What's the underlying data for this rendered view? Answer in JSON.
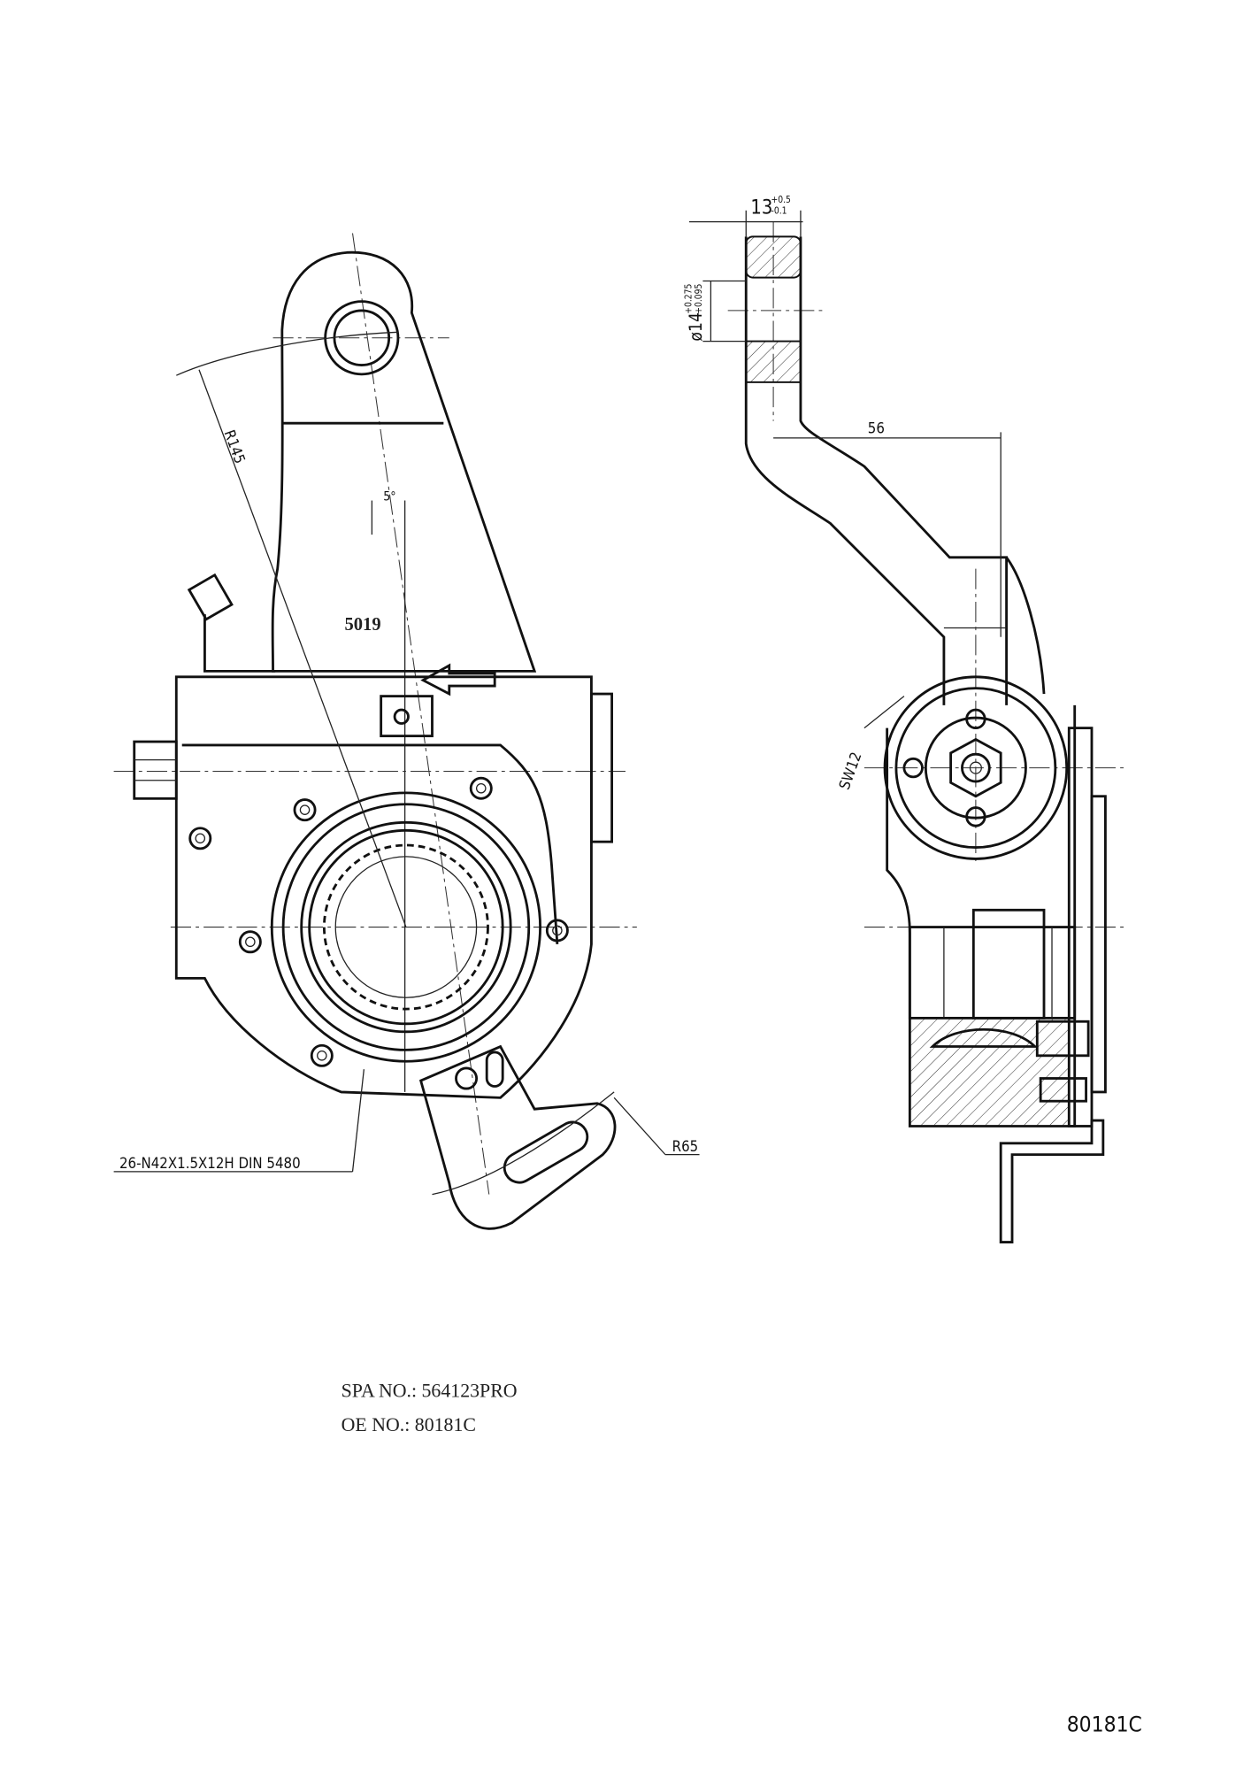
{
  "drawing": {
    "dimensions": {
      "thickness": "13",
      "thickness_tol_upper": "+0.5",
      "thickness_tol_lower": "-0.1",
      "bore": "ø14",
      "bore_tol_upper": "+0.275",
      "bore_tol_lower": "+0.095",
      "offset": "56",
      "arm_radius": "R145",
      "angle": "5°",
      "wrench_size": "SW12",
      "spline_spec": "26-N42X1.5X12H DIN 5480",
      "lever_radius": "R65"
    },
    "part_marking": "5019",
    "spa_no": "SPA NO.: 564123PRO",
    "oe_no": "OE NO.: 80181C",
    "sheet_id": "80181C"
  }
}
